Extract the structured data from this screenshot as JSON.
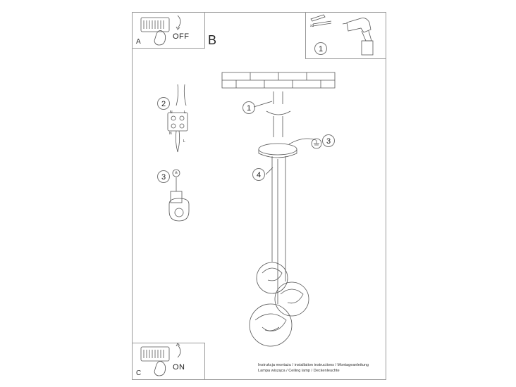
{
  "panel_a": {
    "letter": "A",
    "switch_state": "OFF"
  },
  "panel_c": {
    "letter": "C",
    "switch_state": "ON"
  },
  "step_b": {
    "letter": "B"
  },
  "tools_panel": {
    "number": "1",
    "pack_label": "x2"
  },
  "callouts": {
    "wire_connector": "2",
    "ground_detail": "3",
    "bracket_screws": "1",
    "ground_symbol": "3",
    "canopy_screw": "4"
  },
  "wiring_terms": {
    "top_left": "N",
    "top_right": "L",
    "bottom_left": "N",
    "bottom_right": "L"
  },
  "caption": {
    "line1": "Instrukcja montażu / installation instructions / Montageanleitung",
    "line2": "Lampa wisząca / Ceiling lamp / Deckenleuchte"
  },
  "colors": {
    "line": "#555555",
    "frame": "#9a9a9a",
    "background": "#ffffff"
  },
  "icons": [
    "switch-off-icon",
    "switch-on-icon",
    "drill-icon",
    "wall-plug-icon",
    "ground-icon",
    "pendant-lamp-icon"
  ]
}
